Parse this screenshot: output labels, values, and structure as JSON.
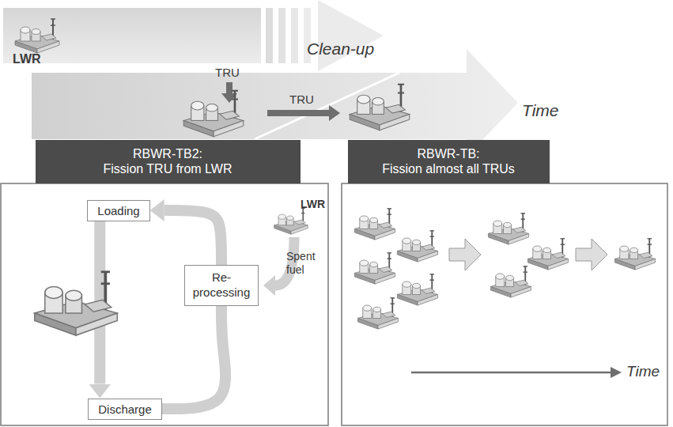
{
  "diagram": {
    "nodes": [
      {
        "text": [
          "RBWR-TB2:",
          "Fission TRU from LWR"
        ]
      },
      {
        "text": [
          "RBWR-TB:",
          "Fission almost all TRUs"
        ]
      },
      {
        "text": [
          "Loading"
        ]
      },
      {
        "text": [
          "Re- processing"
        ]
      },
      {
        "text": [
          "Discharge"
        ]
      }
    ],
    "edges": [
      {
        "from": 2,
        "to": 4,
        "arrow": "to"
      },
      {
        "from": 4,
        "to": 3,
        "arrow": "none"
      },
      {
        "from": 3,
        "to": 2,
        "arrow": "to"
      }
    ],
    "labels": [
      "LWR",
      "TRU",
      "TRU",
      "Clean-up",
      "Time",
      "LWR",
      "Spent fuel",
      "Time"
    ]
  }
}
